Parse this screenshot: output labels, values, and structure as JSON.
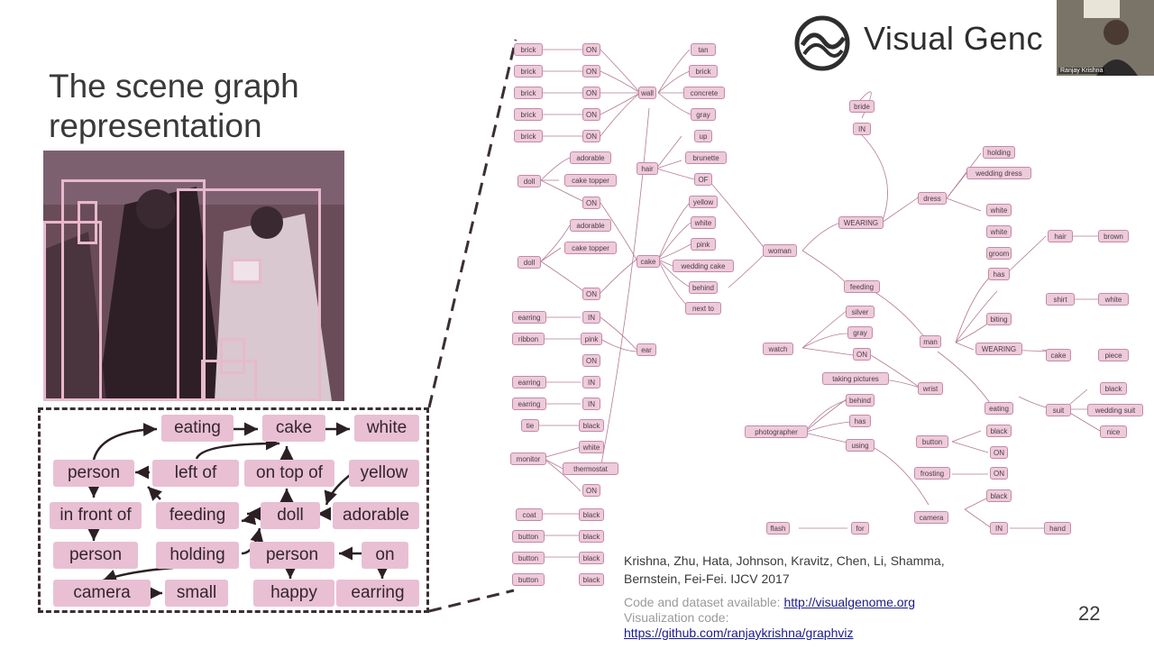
{
  "slide": {
    "title_line1": "The scene graph",
    "title_line2": "representation",
    "page_number": "22",
    "logo_text": "Visual Genc",
    "webcam_label": "Ranjay Krishna"
  },
  "citation": {
    "line1": "Krishna, Zhu, Hata, Johnson, Kravitz, Chen, Li, Shamma,",
    "line2": "Bernstein, Fei-Fei. IJCV 2017"
  },
  "code": {
    "dataset_prefix": "Code and dataset available: ",
    "dataset_link": "http://visualgenome.org",
    "viz_label": "Visualization code:",
    "viz_link": "https://github.com/ranjaykrishna/graphviz"
  },
  "left_graph": {
    "nodes": {
      "eating": "eating",
      "cake": "cake",
      "white": "white",
      "person1": "person",
      "left_of": "left of",
      "on_top_of": "on top of",
      "yellow": "yellow",
      "in_front_of": "in front of",
      "feeding": "feeding",
      "doll": "doll",
      "adorable": "adorable",
      "person2": "person",
      "holding": "holding",
      "person3": "person",
      "on": "on",
      "camera": "camera",
      "small": "small",
      "happy": "happy",
      "earring": "earring"
    }
  },
  "big_graph": {
    "labels": {
      "brick1": "brick",
      "brick2": "brick",
      "brick3": "brick",
      "brick4": "brick",
      "brick5": "brick",
      "on1": "ON",
      "on2": "ON",
      "on3": "ON",
      "on4": "ON",
      "on5": "ON",
      "tan": "tan",
      "brick_attr": "brick",
      "wall": "wall",
      "concrete": "concrete",
      "gray1": "gray",
      "up": "up",
      "hair1": "hair",
      "brunette": "brunette",
      "of": "OF",
      "doll1": "doll",
      "adorable1": "adorable",
      "cake_topper1": "cake topper",
      "on6": "ON",
      "yellow": "yellow",
      "white1": "white",
      "pink1": "pink",
      "adorable2": "adorable",
      "doll2": "doll",
      "cake_topper2": "cake topper",
      "cake1": "cake",
      "wedding_cake": "wedding cake",
      "behind1": "behind",
      "on7": "ON",
      "next_to": "next to",
      "earring1": "earring",
      "in1": "IN",
      "ribbon": "ribbon",
      "pink2": "pink",
      "on8": "ON",
      "ear": "ear",
      "earring2": "earring",
      "in2": "IN",
      "earring3": "earring",
      "in3": "IN",
      "tie": "tie",
      "black1": "black",
      "monitor": "monitor",
      "white2": "white",
      "thermostat": "thermostat",
      "on9": "ON",
      "coat": "coat",
      "black2": "black",
      "button1": "button",
      "black3": "black",
      "button2": "button",
      "black4": "black",
      "button3": "button",
      "black5": "black",
      "bride": "bride",
      "in4": "IN",
      "holding": "holding",
      "wedding_dress": "wedding dress",
      "dress": "dress",
      "wearing1": "WEARING",
      "white3": "white",
      "woman": "woman",
      "white4": "white",
      "groom": "groom",
      "has1": "has",
      "hair2": "hair",
      "brown": "brown",
      "feeding": "feeding",
      "shirt": "shirt",
      "white5": "white",
      "silver": "silver",
      "gray2": "gray",
      "watch": "watch",
      "on10": "ON",
      "biting": "biting",
      "man": "man",
      "wearing2": "WEARING",
      "cake2": "cake",
      "piece": "piece",
      "taking_pictures": "taking pictures",
      "wrist": "wrist",
      "behind2": "behind",
      "black6": "black",
      "has2": "has",
      "eating": "eating",
      "suit": "suit",
      "wedding_suit": "wedding suit",
      "photographer": "photographer",
      "nice": "nice",
      "using": "using",
      "button4": "button",
      "black7": "black",
      "on11": "ON",
      "frosting": "frosting",
      "on12": "ON",
      "black8": "black",
      "camera": "camera",
      "flash": "flash",
      "for": "for",
      "in5": "IN",
      "hand": "hand"
    }
  },
  "colors": {
    "node_fill": "#e9bfd3",
    "node_border": "#c48ba4",
    "edge": "#b27b93",
    "dashed_frame": "#3a2f33",
    "photo_bg": "#5b3f4b",
    "bbox": "#e7b9cd"
  }
}
